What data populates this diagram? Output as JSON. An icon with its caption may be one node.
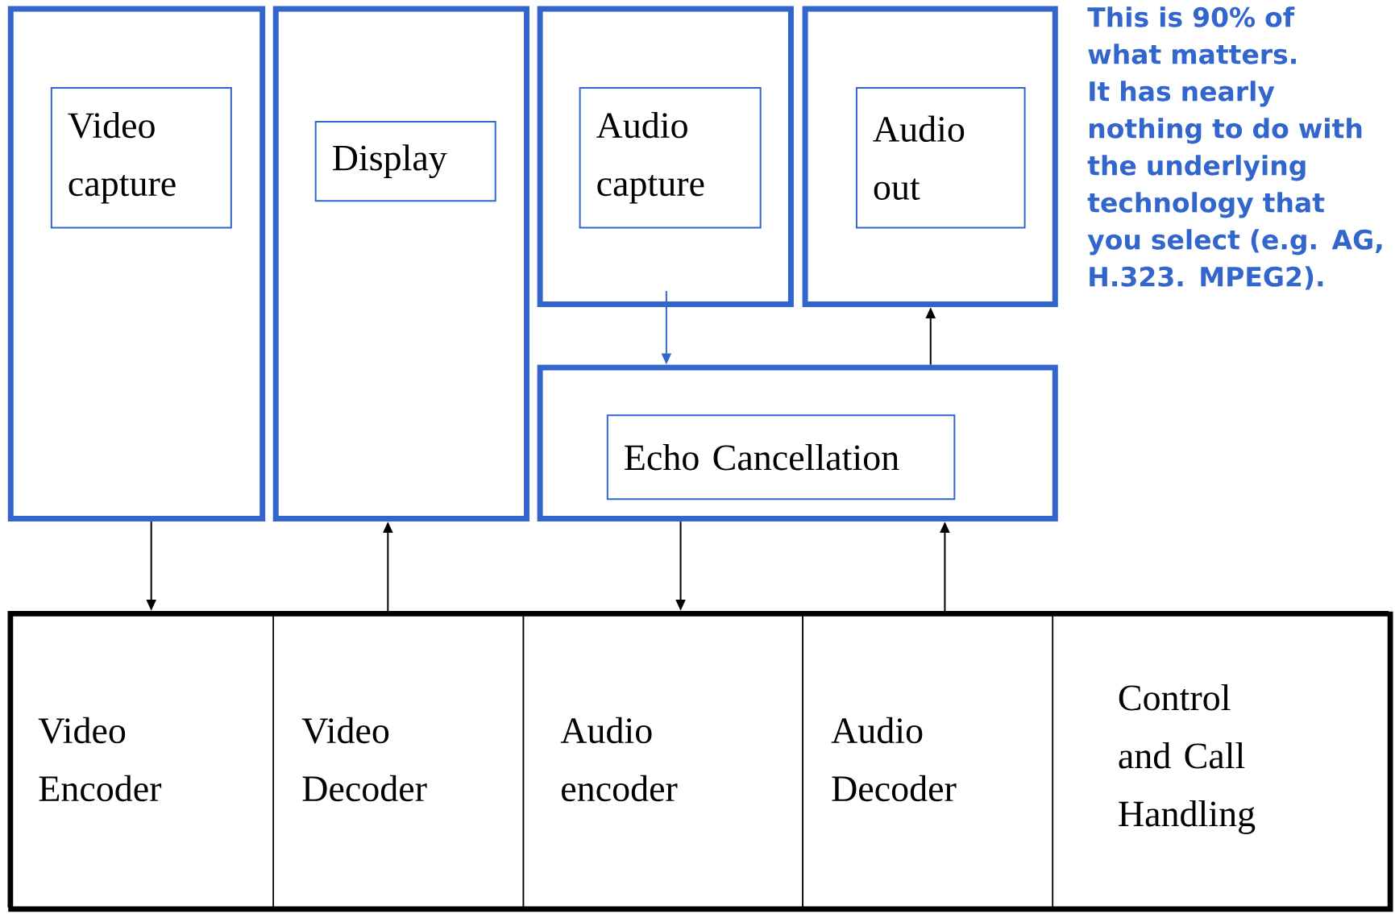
{
  "diagram": {
    "nodes": [
      {
        "text": [],
        "shape": "box"
      },
      {
        "text": [
          "Video capture"
        ],
        "in": 0
      },
      {
        "text": [],
        "shape": "box"
      },
      {
        "text": [
          "Display"
        ],
        "in": 2
      },
      {
        "text": [],
        "shape": "box"
      },
      {
        "text": [
          "Audio capture"
        ],
        "in": 4
      },
      {
        "text": [],
        "shape": "box"
      },
      {
        "text": [
          "Audio out"
        ],
        "in": 6
      },
      {
        "text": [],
        "shape": "box"
      },
      {
        "text": [
          "Echo Cancellation"
        ],
        "in": 8
      },
      {
        "text": [],
        "shape": "box"
      },
      {
        "text": [
          "Video Encoder"
        ],
        "in": 10
      },
      {
        "text": [
          "Video Decoder"
        ],
        "in": 10
      },
      {
        "text": [
          "Audio encoder"
        ],
        "in": 10
      },
      {
        "text": [
          "Audio Decoder"
        ],
        "in": 10
      },
      {
        "text": [
          "Control and Call Handling"
        ],
        "in": 10
      }
    ],
    "edges": [
      {
        "from": 0,
        "to": 11,
        "arrow": "to"
      },
      {
        "from": 12,
        "to": 2,
        "arrow": "to"
      },
      {
        "from": 4,
        "to": 8,
        "arrow": "to",
        "color": "#3366cc"
      },
      {
        "from": 8,
        "to": 13,
        "arrow": "to"
      },
      {
        "from": 8,
        "to": 6,
        "arrow": "to"
      },
      {
        "from": 14,
        "to": 8,
        "arrow": "to"
      }
    ],
    "labels": [
      "This is 90% of what matters. It has nearly nothing to do with the underlying technology that you select (e.g. AG, H.323. MPEG2)."
    ]
  }
}
